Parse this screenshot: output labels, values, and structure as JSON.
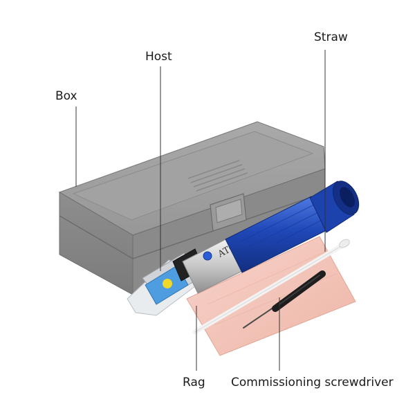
{
  "labels": {
    "box": "Box",
    "host": "Host",
    "straw": "Straw",
    "rag": "Rag",
    "screwdriver": "Commissioning screwdriver"
  },
  "device": {
    "atc_text": "ATC"
  },
  "colors": {
    "box_gray": "#9c9c9c",
    "grip_blue": "#1f48b8",
    "rag_pink": "#f2c3b8",
    "prism_yellow": "#f0d82a",
    "prism_blue": "#4d9de0",
    "leader_line": "#333333"
  }
}
